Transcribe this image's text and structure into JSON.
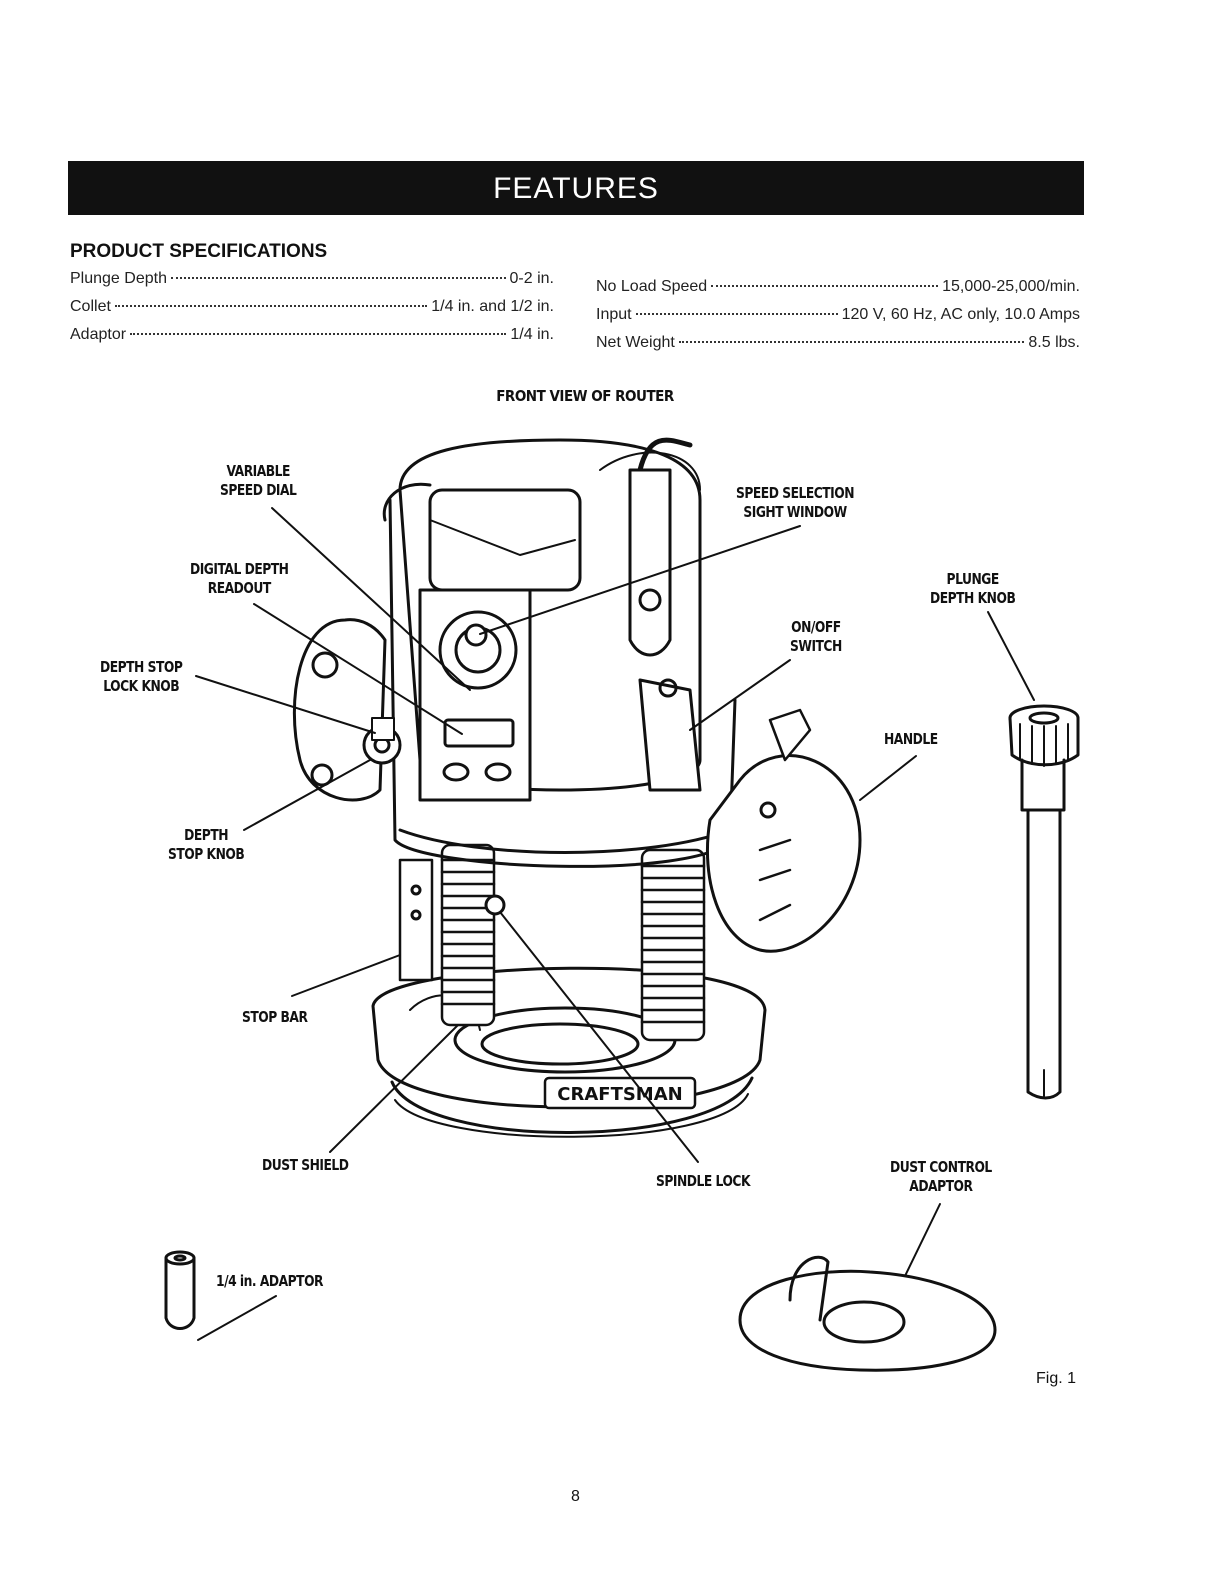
{
  "banner": {
    "title": "FEATURES"
  },
  "specs": {
    "heading": "PRODUCT SPECIFICATIONS",
    "left": [
      {
        "label": "Plunge Depth",
        "value": "0-2 in."
      },
      {
        "label": "Collet",
        "value": "1/4 in. and 1/2 in."
      },
      {
        "label": "Adaptor",
        "value": "1/4 in."
      }
    ],
    "right": [
      {
        "label": "No Load Speed",
        "value": "15,000-25,000/min."
      },
      {
        "label": "Input",
        "value": "120 V, 60 Hz, AC only, 10.0 Amps"
      },
      {
        "label": "Net Weight",
        "value": "8.5 lbs."
      }
    ]
  },
  "figure": {
    "title": "FRONT VIEW OF ROUTER",
    "callouts": {
      "variable_speed_dial": "VARIABLE\nSPEED DIAL",
      "digital_depth_readout": "DIGITAL DEPTH\nREADOUT",
      "depth_stop_lock_knob": "DEPTH STOP\nLOCK KNOB",
      "depth_stop_knob": "DEPTH\nSTOP KNOB",
      "stop_bar": "STOP BAR",
      "dust_shield": "DUST SHIELD",
      "spindle_lock": "SPINDLE LOCK",
      "speed_selection_sight_window": "SPEED SELECTION\nSIGHT WINDOW",
      "on_off_switch": "ON/OFF\nSWITCH",
      "plunge_depth_knob": "PLUNGE\nDEPTH KNOB",
      "handle": "HANDLE",
      "dust_control_adaptor": "DUST CONTROL\nADAPTOR",
      "quarter_inch_adaptor": "1/4 in. ADAPTOR"
    },
    "brand_plate": "CRAFTSMAN",
    "fig_label": "Fig. 1"
  },
  "footer": {
    "page_number": "8"
  }
}
